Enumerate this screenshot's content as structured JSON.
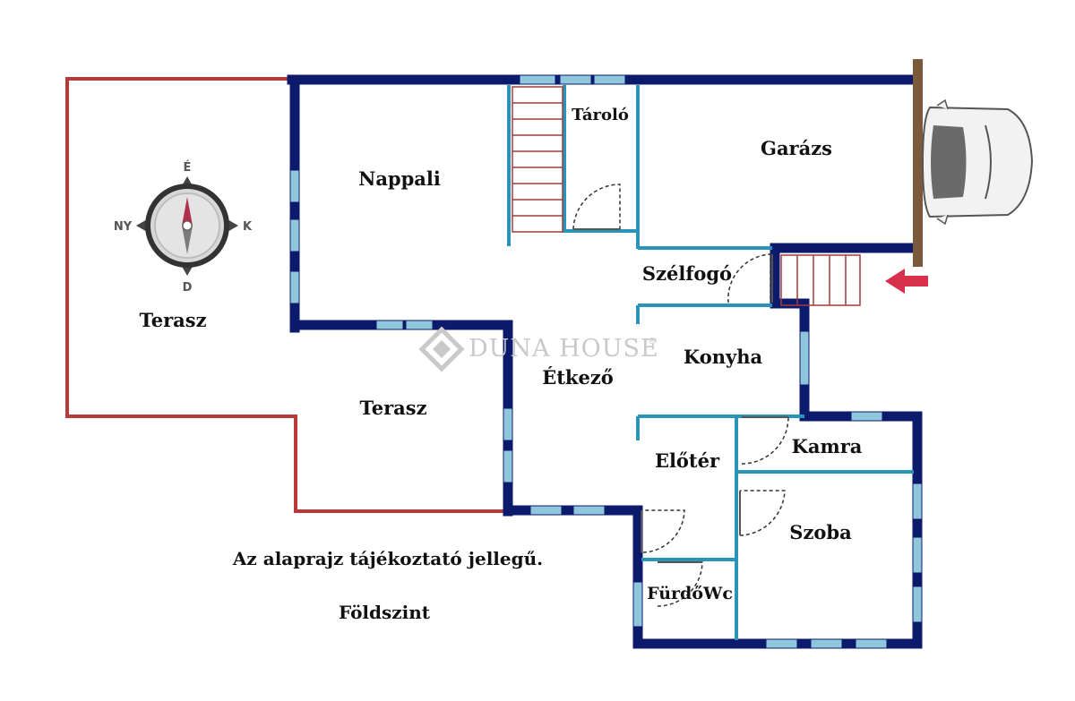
{
  "colors": {
    "outer_wall": "#0b1a6b",
    "inner_wall": "#2a93b8",
    "terrace_outline": "#b73a3a",
    "window_fill": "#8fc6dc",
    "stairs": "#a33a3a",
    "entrance_arrow": "#d6304a",
    "garage_door": "#7a5a3a",
    "watermark": "#c9c9c9"
  },
  "rooms": {
    "nappali": "Nappali",
    "tarolo": "Tároló",
    "garazs": "Garázs",
    "szelfogo": "Szélfogó",
    "konyha": "Konyha",
    "etkezo": "Étkező",
    "terasz_outer": "Terasz",
    "terasz_inner": "Terasz",
    "eloter": "Előtér",
    "kamra": "Kamra",
    "szoba": "Szoba",
    "furdowc": "FürdőWc"
  },
  "compass": {
    "north": "É",
    "south": "D",
    "east": "K",
    "west": "NY"
  },
  "watermark": {
    "brand": "DUNA HOUSE",
    "registered": "®"
  },
  "notes": {
    "disclaimer": "Az alaprajz tájékoztató jellegű.",
    "floor": "Földszint"
  },
  "icons": {
    "compass": "compass-icon",
    "car": "car-icon",
    "entrance_arrow": "entrance-arrow-icon",
    "watermark_logo": "duna-house-logo-icon"
  }
}
